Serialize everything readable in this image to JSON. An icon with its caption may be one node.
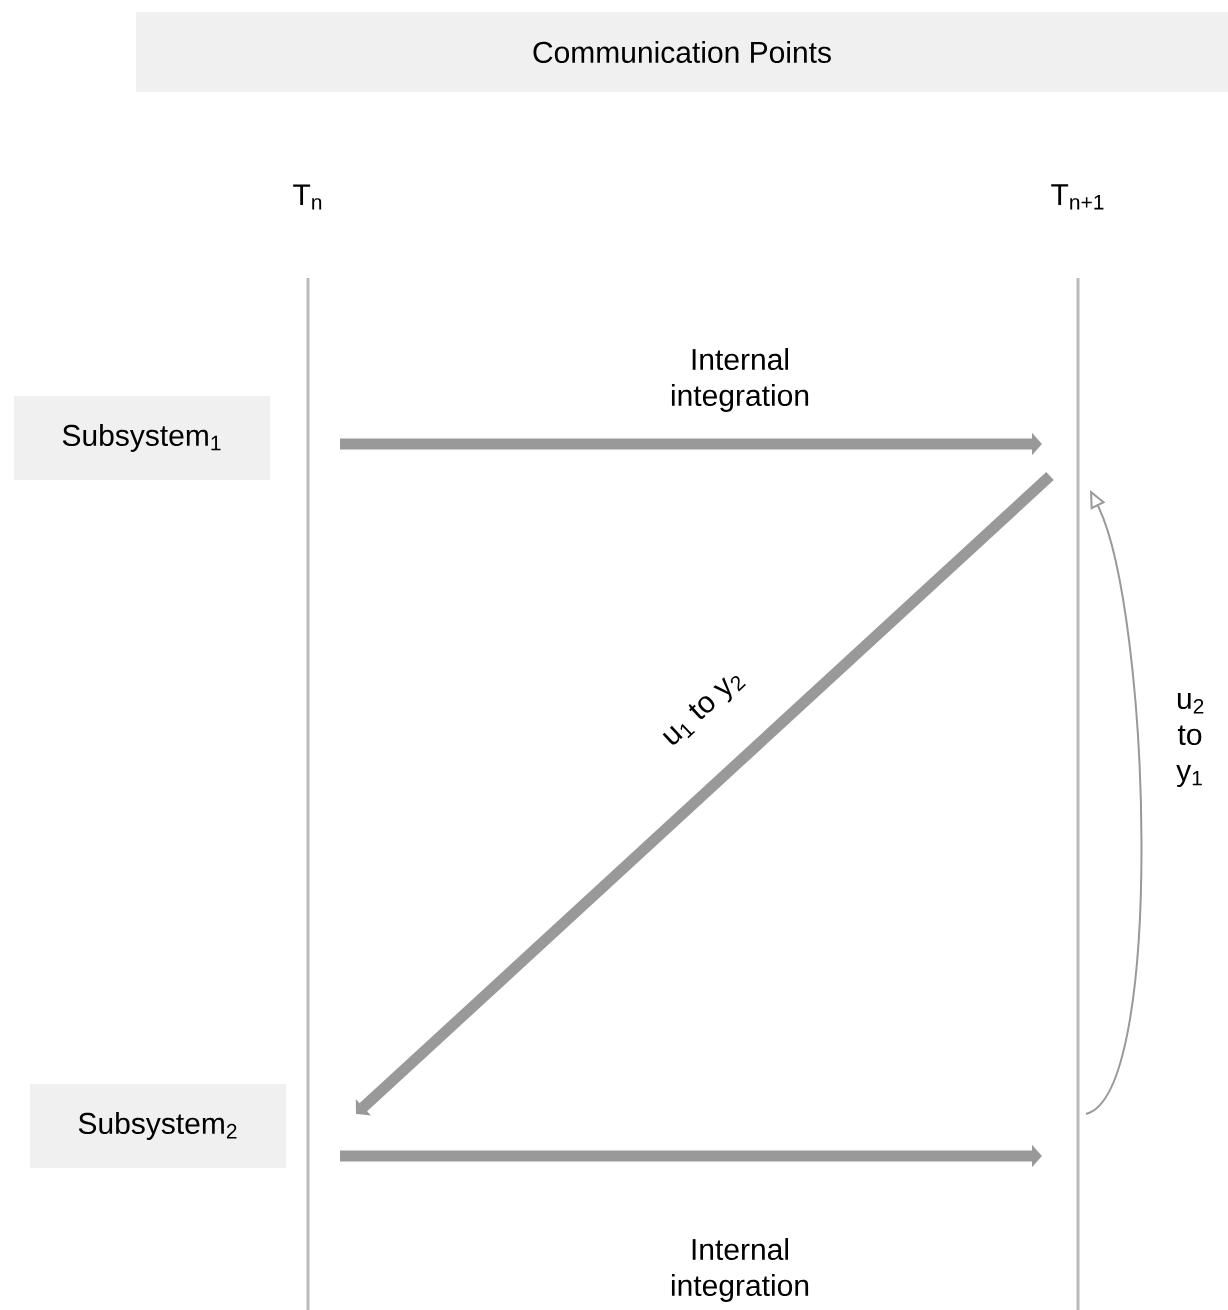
{
  "diagram": {
    "title": "Communication Points",
    "nodes": [
      {
        "text": [
          "Subsystem$_{1}$"
        ]
      },
      {
        "text": [
          "Subsystem$_{2}$"
        ]
      },
      {
        "text": [
          "T$_{n}$"
        ]
      },
      {
        "text": [
          "T$_{n+1}$"
        ]
      }
    ],
    "edges": [
      {
        "from": 2,
        "to": 3,
        "arrow": "to",
        "label": "Internal integration"
      },
      {
        "from": 3,
        "to": 2,
        "arrow": "to",
        "label": "u$_{1}$ to y$_{2}$"
      },
      {
        "from": 3,
        "to": 3,
        "arrow": "to",
        "label": "u$_{2}$ to y$_{1}$"
      },
      {
        "from": 2,
        "to": 3,
        "arrow": "to",
        "label": "Internal integration"
      }
    ]
  }
}
